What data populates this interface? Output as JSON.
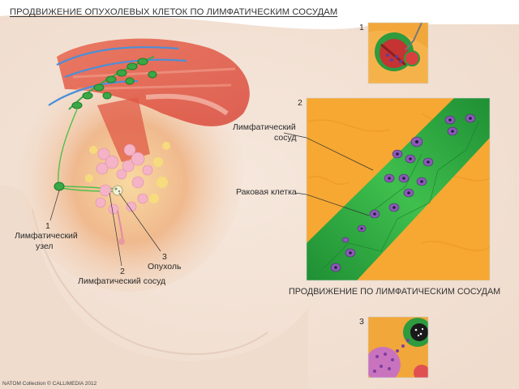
{
  "title": "ПРОДВИЖЕНИЕ ОПУХОЛЕВЫХ КЛЕТОК ПО ЛИМФАТИЧЕСКИМ СОСУДАМ",
  "labels": {
    "node_number": "1",
    "node_line1": "Лимфатический",
    "node_line2": "узел",
    "vessel_number": "2",
    "vessel_text": "Лимфатический сосуд",
    "tumor_number": "3",
    "tumor_text": "Опухоль"
  },
  "insets": {
    "inset1_number": "1",
    "inset2_number": "2",
    "inset3_number": "3",
    "inset2_vessel_line1": "Лимфатический",
    "inset2_vessel_line2": "сосуд",
    "inset2_cell": "Раковая клетка",
    "inset2_caption": "ПРОДВИЖЕНИЕ ПО ЛИМФАТИЧЕСКИМ СОСУДАМ"
  },
  "credit": "NATOM Collection © CALLIMEDIA 2012",
  "colors": {
    "skin": "#f3e3d6",
    "tissue": "#eba98c",
    "lymph_green": "#38a844",
    "orange_bg": "#f6a832",
    "cell_purple": "#7a4aa0"
  }
}
